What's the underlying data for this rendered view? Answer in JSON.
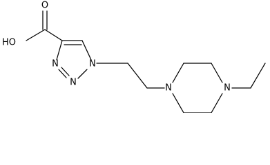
{
  "molecule": {
    "atoms": {
      "o_carbonyl": "O",
      "o_hydroxyl": "HO",
      "n1_triazole": "N",
      "n2_triazole": "N",
      "n3_triazole": "N",
      "n_piperazine_a": "N",
      "n_piperazine_b": "N"
    }
  },
  "colors": {
    "ink": "#000000",
    "background": "#ffffff"
  }
}
